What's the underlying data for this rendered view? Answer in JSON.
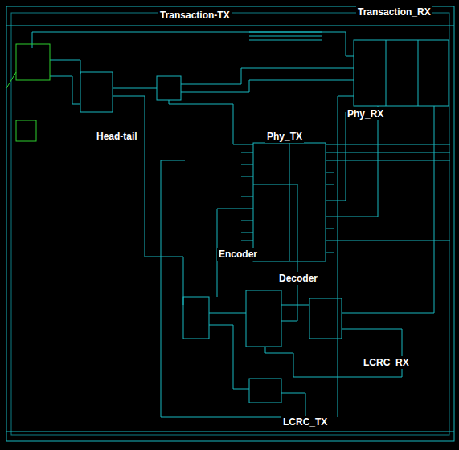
{
  "diagram": {
    "labels": [
      "Transaction-TX",
      "Transaction_RX",
      "Head-tail",
      "Phy_RX",
      "Phy_TX",
      "Encoder",
      "Decoder",
      "LCRC_RX",
      "LCRC_TX"
    ]
  }
}
